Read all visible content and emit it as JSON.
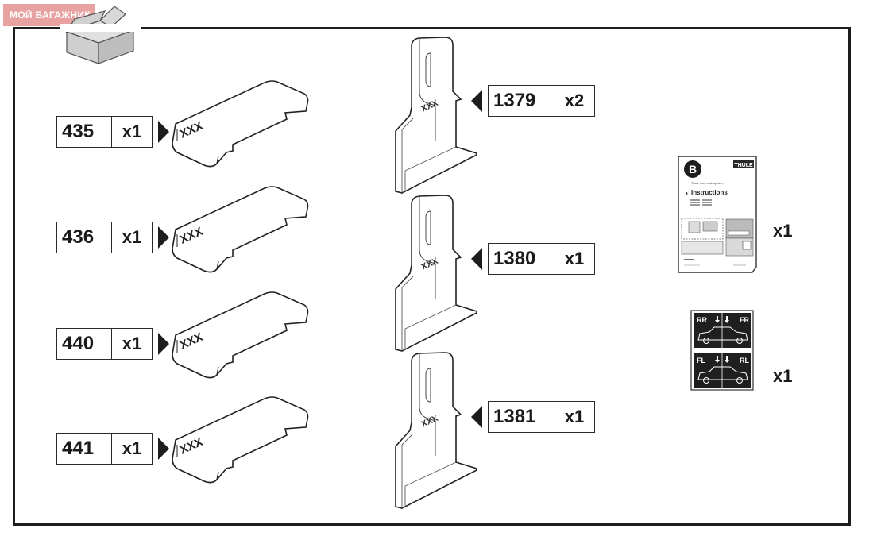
{
  "watermark": "МОЙ БАГАЖНИК",
  "part_stamp": "XXX",
  "pads": [
    {
      "number": "435",
      "qty": "x1"
    },
    {
      "number": "436",
      "qty": "x1"
    },
    {
      "number": "440",
      "qty": "x1"
    },
    {
      "number": "441",
      "qty": "x1"
    }
  ],
  "brackets": [
    {
      "number": "1379",
      "qty": "x2"
    },
    {
      "number": "1380",
      "qty": "x1"
    },
    {
      "number": "1381",
      "qty": "x1"
    }
  ],
  "manual": {
    "letter": "B",
    "brand": "THULE",
    "heading": "Instructions",
    "subtitle": "Thule roof rack system",
    "qty": "x1"
  },
  "stickers": {
    "top_left": "RR",
    "top_right": "FR",
    "bottom_left": "FL",
    "bottom_right": "RL",
    "qty": "x1"
  }
}
